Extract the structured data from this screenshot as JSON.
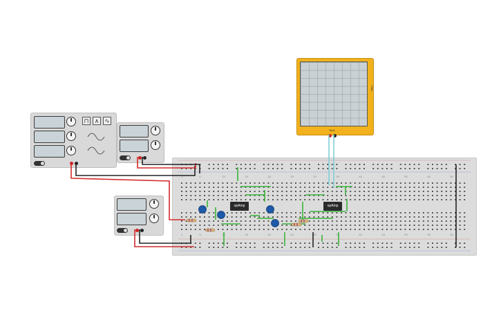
{
  "components": {
    "opamp_left_label": "opAmp",
    "opamp_right_label": "opAmp"
  },
  "oscilloscope": {
    "time_label": "Time",
    "volts_label": "V/div"
  },
  "breadboard": {
    "column_numbers": [
      "1",
      "5",
      "10",
      "15",
      "20",
      "25",
      "30",
      "35",
      "40",
      "45",
      "50",
      "55",
      "60"
    ]
  },
  "colors": {
    "wire_red": "#d42a2a",
    "wire_black": "#222222",
    "wire_green": "#3ab43a",
    "wire_cyan": "#7ed0d8",
    "scope_body": "#f1b21d",
    "capacitor": "#1e5aa8",
    "chip": "#2a2a2a"
  }
}
